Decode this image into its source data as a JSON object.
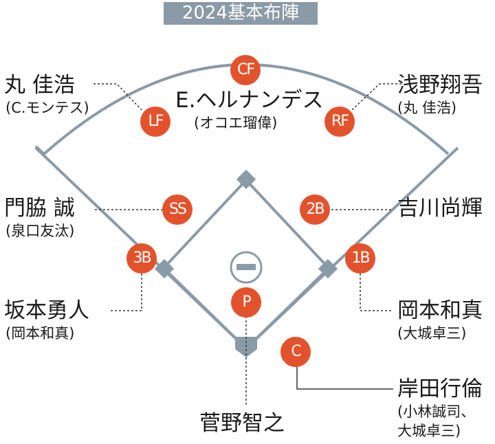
{
  "title": "2024基本布陣",
  "positions": {
    "cf": "CF",
    "lf": "LF",
    "rf": "RF",
    "ss": "SS",
    "second": "2B",
    "third": "3B",
    "first": "1B",
    "pitcher": "P",
    "catcher": "C"
  },
  "players": {
    "cf": {
      "main": "E.ヘルナンデス",
      "sub": "(オコエ瑠偉)"
    },
    "lf": {
      "main": "丸 佳浩",
      "sub": "(C.モンテス)"
    },
    "rf": {
      "main": "浅野翔吾",
      "sub": "(丸 佳浩)"
    },
    "ss": {
      "main": "門脇 誠",
      "sub": "(泉口友汰)"
    },
    "second": {
      "main": "吉川尚輝"
    },
    "third": {
      "main": "坂本勇人",
      "sub": "(岡本和真)"
    },
    "first": {
      "main": "岡本和真",
      "sub": "(大城卓三)"
    },
    "catcher": {
      "main": "岸田行倫",
      "sub1": "(小林誠司、",
      "sub2": "大城卓三)"
    },
    "pitcher": {
      "main": "菅野智之"
    }
  },
  "colors": {
    "marker": "#e2532d",
    "field": "#8a9aa6",
    "leader": "#333333"
  }
}
